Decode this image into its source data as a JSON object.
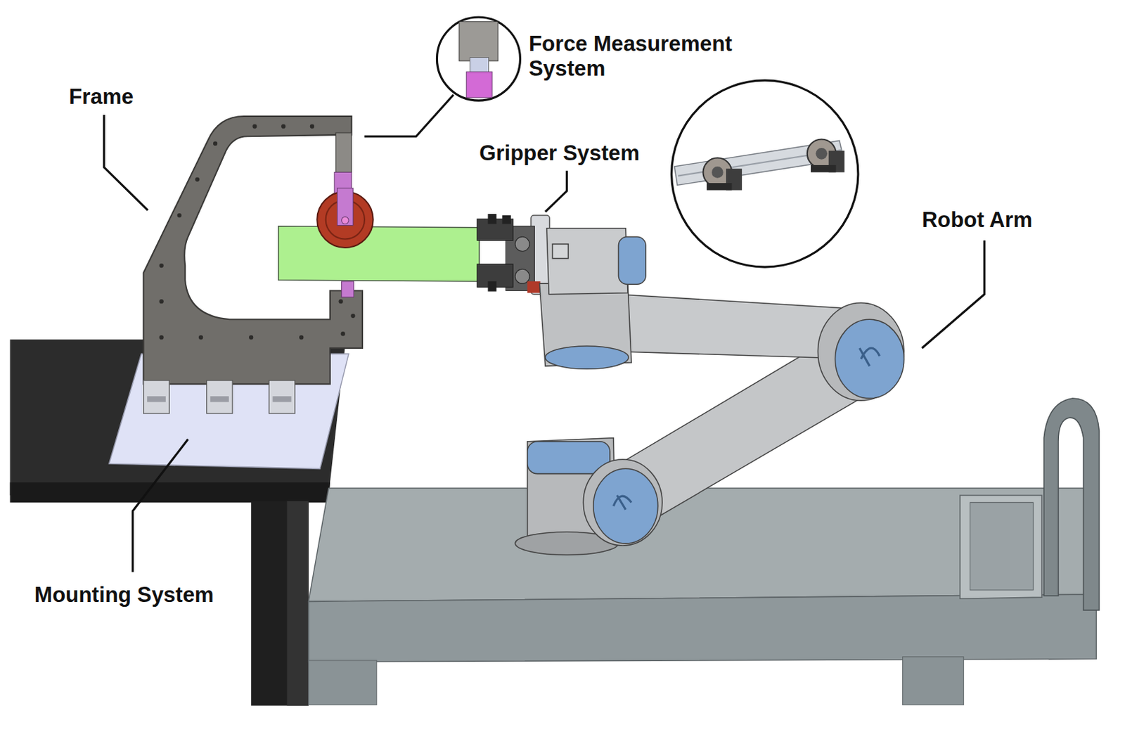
{
  "diagram": {
    "labels": [
      "Frame",
      "Force Measurement System",
      "Gripper System",
      "Robot Arm",
      "Mounting System"
    ]
  }
}
